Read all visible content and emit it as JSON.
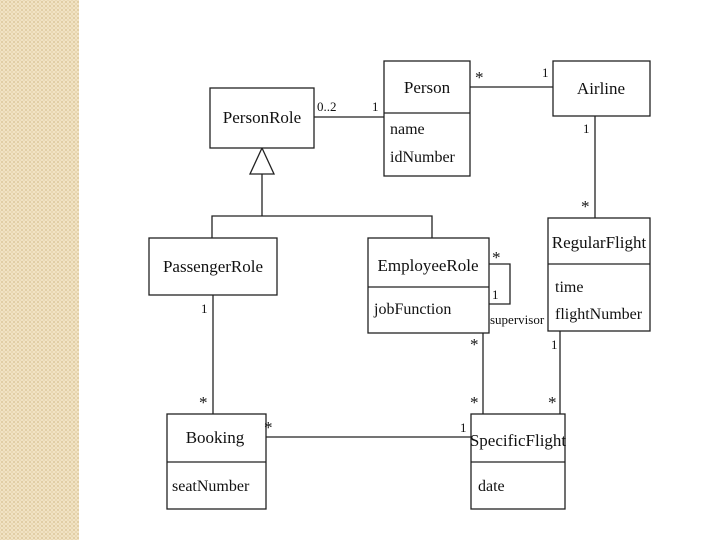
{
  "classes": {
    "person": {
      "name": "Person",
      "attributes": [
        "name",
        "idNumber"
      ]
    },
    "airline": {
      "name": "Airline"
    },
    "person_role": {
      "name": "PersonRole"
    },
    "passenger_role": {
      "name": "PassengerRole"
    },
    "employee_role": {
      "name": "EmployeeRole",
      "attributes": [
        "jobFunction"
      ]
    },
    "regular_flight": {
      "name": "RegularFlight",
      "attributes": [
        "time",
        "flightNumber"
      ]
    },
    "booking": {
      "name": "Booking",
      "attributes": [
        "seatNumber"
      ]
    },
    "specific_flight": {
      "name": "SpecificFlight",
      "attributes": [
        "date"
      ]
    }
  },
  "associations": {
    "person_airline": {
      "person_end": "*",
      "airline_end": "1"
    },
    "personrole_person": {
      "role_end": "0..2",
      "person_end": "1"
    },
    "airline_regularflight": {
      "airline_end": "1",
      "flight_end": "*"
    },
    "employee_supervisor": {
      "many_end": "*",
      "one_end": "1",
      "label": "supervisor"
    },
    "passenger_booking": {
      "passenger_end": "1",
      "booking_end": "*"
    },
    "booking_specificflight": {
      "booking_end": "*",
      "flight_end": "1"
    },
    "employee_specificflight": {
      "employee_end": "*",
      "flight_end": "*"
    },
    "regular_specificflight": {
      "regular_end": "1",
      "specific_end": "*"
    }
  }
}
